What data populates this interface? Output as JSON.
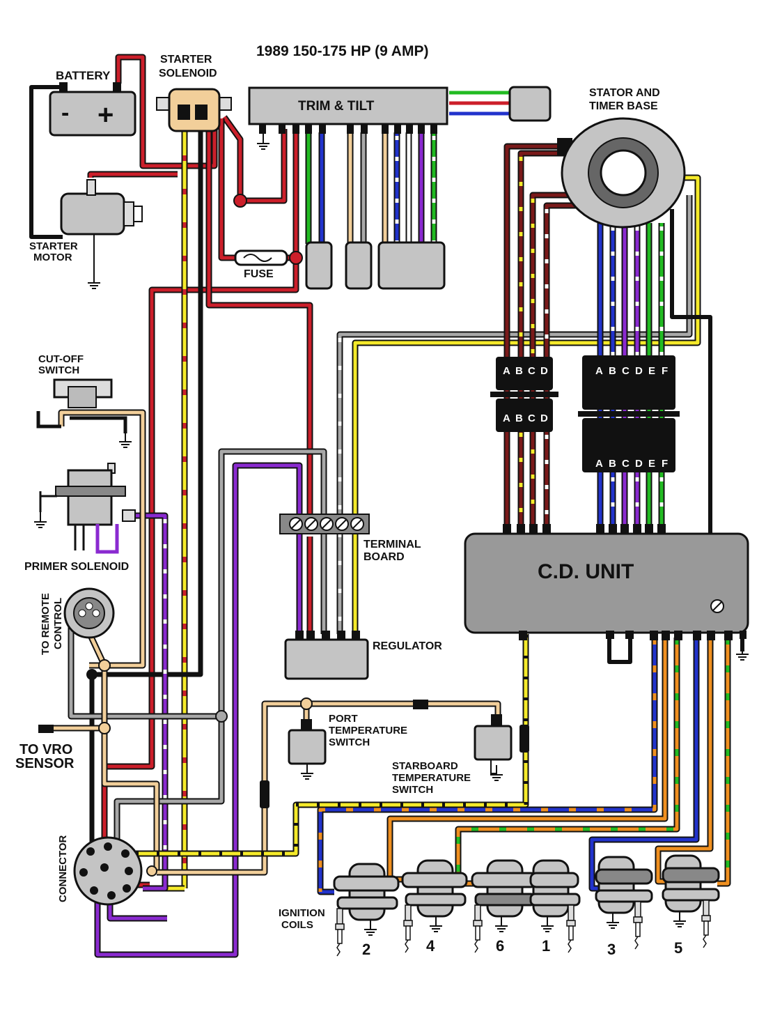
{
  "title": "1989 150-175 HP (9 AMP)",
  "labels": {
    "battery": "BATTERY",
    "starter_solenoid_1": "STARTER",
    "starter_solenoid_2": "SOLENOID",
    "trim_tilt": "TRIM & TILT",
    "stator_1": "STATOR AND",
    "stator_2": "TIMER BASE",
    "starter_motor_1": "STARTER",
    "starter_motor_2": "MOTOR",
    "fuse": "FUSE",
    "cutoff_1": "CUT-OFF",
    "cutoff_2": "SWITCH",
    "primer": "PRIMER SOLENOID",
    "terminal_1": "TERMINAL",
    "terminal_2": "BOARD",
    "regulator": "REGULATOR",
    "cd_unit": "C.D. UNIT",
    "remote_1": "TO REMOTE",
    "remote_2": "CONTROL",
    "vro_1": "TO VRO",
    "vro_2": "SENSOR",
    "port_1": "PORT",
    "port_2": "TEMPERATURE",
    "port_3": "SWITCH",
    "stbd_1": "STARBOARD",
    "stbd_2": "TEMPERATURE",
    "stbd_3": "SWITCH",
    "connector": "CONNECTOR",
    "ignition_1": "IGNITION",
    "ignition_2": "COILS",
    "battery_minus": "-",
    "battery_plus": "+"
  },
  "connector_pins": {
    "four": [
      "A",
      "B",
      "C",
      "D"
    ],
    "six": [
      "A",
      "B",
      "C",
      "D",
      "E",
      "F"
    ]
  },
  "coil_numbers": [
    "2",
    "4",
    "6",
    "1",
    "3",
    "5"
  ],
  "colors": {
    "red": "#cc1f2a",
    "yellow": "#f5ea2a",
    "black": "#111111",
    "gray": "#a8a8a8",
    "purple": "#8a2ad0",
    "tan": "#f2cf9a",
    "blue": "#2233cc",
    "green": "#22bb22",
    "orange": "#f09020",
    "brown": "#7a1a1a",
    "white": "#ffffff",
    "component": "#c4c4c4"
  }
}
